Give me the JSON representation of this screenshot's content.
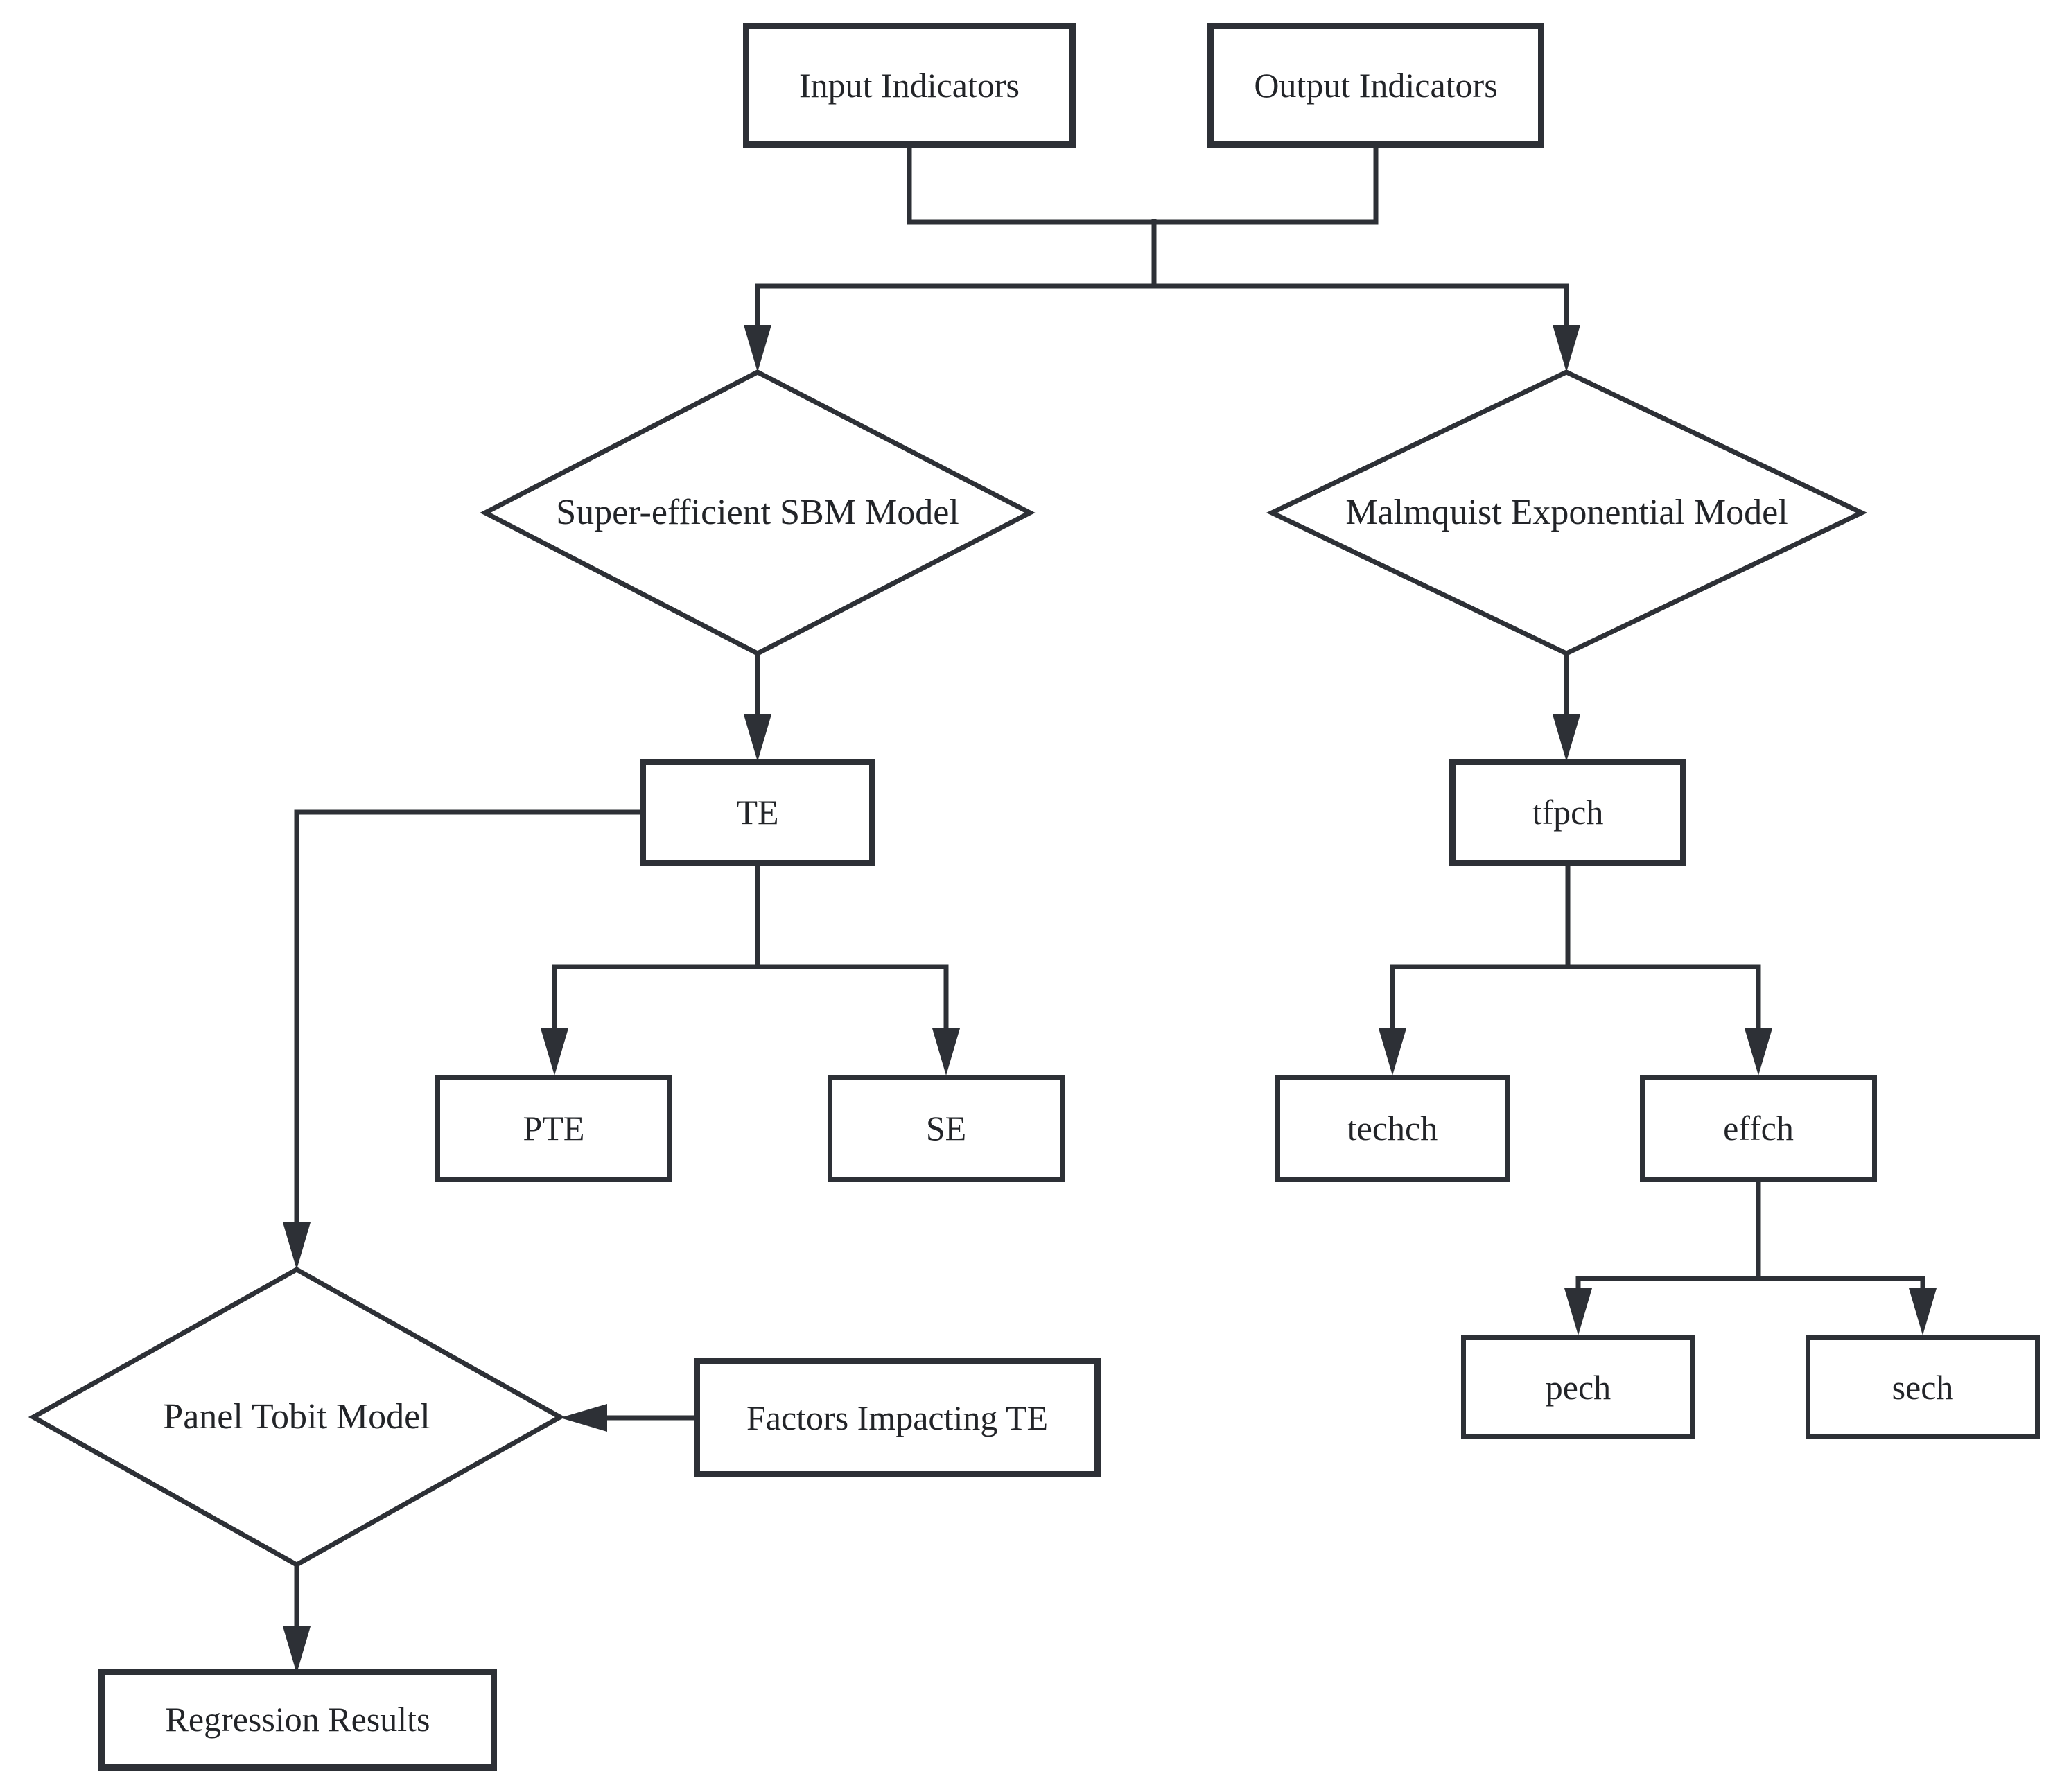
{
  "diagram": {
    "colors": {
      "line": "#2d3036",
      "text": "#222428",
      "node_fill": "#ffffff",
      "background": "#ffffff"
    },
    "nodes": {
      "input": {
        "label": "Input Indicators",
        "shape": "rect"
      },
      "output": {
        "label": "Output Indicators",
        "shape": "rect"
      },
      "sbm": {
        "label": "Super-efficient SBM Model",
        "shape": "diamond"
      },
      "malmquist": {
        "label": "Malmquist Exponential Model",
        "shape": "diamond"
      },
      "te": {
        "label": "TE",
        "shape": "rect"
      },
      "tfpch": {
        "label": "tfpch",
        "shape": "rect"
      },
      "pte": {
        "label": "PTE",
        "shape": "rect"
      },
      "se": {
        "label": "SE",
        "shape": "rect"
      },
      "techch": {
        "label": "techch",
        "shape": "rect"
      },
      "effch": {
        "label": "effch",
        "shape": "rect"
      },
      "pech": {
        "label": "pech",
        "shape": "rect"
      },
      "sech": {
        "label": "sech",
        "shape": "rect"
      },
      "tobit": {
        "label": "Panel Tobit Model",
        "shape": "diamond"
      },
      "factors": {
        "label": "Factors Impacting TE",
        "shape": "rect"
      },
      "regression": {
        "label": "Regression Results",
        "shape": "rect"
      }
    },
    "edges": [
      {
        "from": "input-indicators",
        "to": "super-efficient-sbm-model",
        "arrow": true
      },
      {
        "from": "output-indicators",
        "to": "super-efficient-sbm-model",
        "arrow": true
      },
      {
        "from": "input-indicators",
        "to": "malmquist-exponential-model",
        "arrow": true
      },
      {
        "from": "output-indicators",
        "to": "malmquist-exponential-model",
        "arrow": true
      },
      {
        "from": "super-efficient-sbm-model",
        "to": "te",
        "arrow": true
      },
      {
        "from": "malmquist-exponential-model",
        "to": "tfpch",
        "arrow": true
      },
      {
        "from": "te",
        "to": "pte",
        "arrow": true
      },
      {
        "from": "te",
        "to": "se",
        "arrow": true
      },
      {
        "from": "te",
        "to": "panel-tobit-model",
        "arrow": true
      },
      {
        "from": "tfpch",
        "to": "techch",
        "arrow": true
      },
      {
        "from": "tfpch",
        "to": "effch",
        "arrow": true
      },
      {
        "from": "effch",
        "to": "pech",
        "arrow": true
      },
      {
        "from": "effch",
        "to": "sech",
        "arrow": true
      },
      {
        "from": "factors-impacting-te",
        "to": "panel-tobit-model",
        "arrow": true
      },
      {
        "from": "panel-tobit-model",
        "to": "regression-results",
        "arrow": true
      }
    ]
  }
}
